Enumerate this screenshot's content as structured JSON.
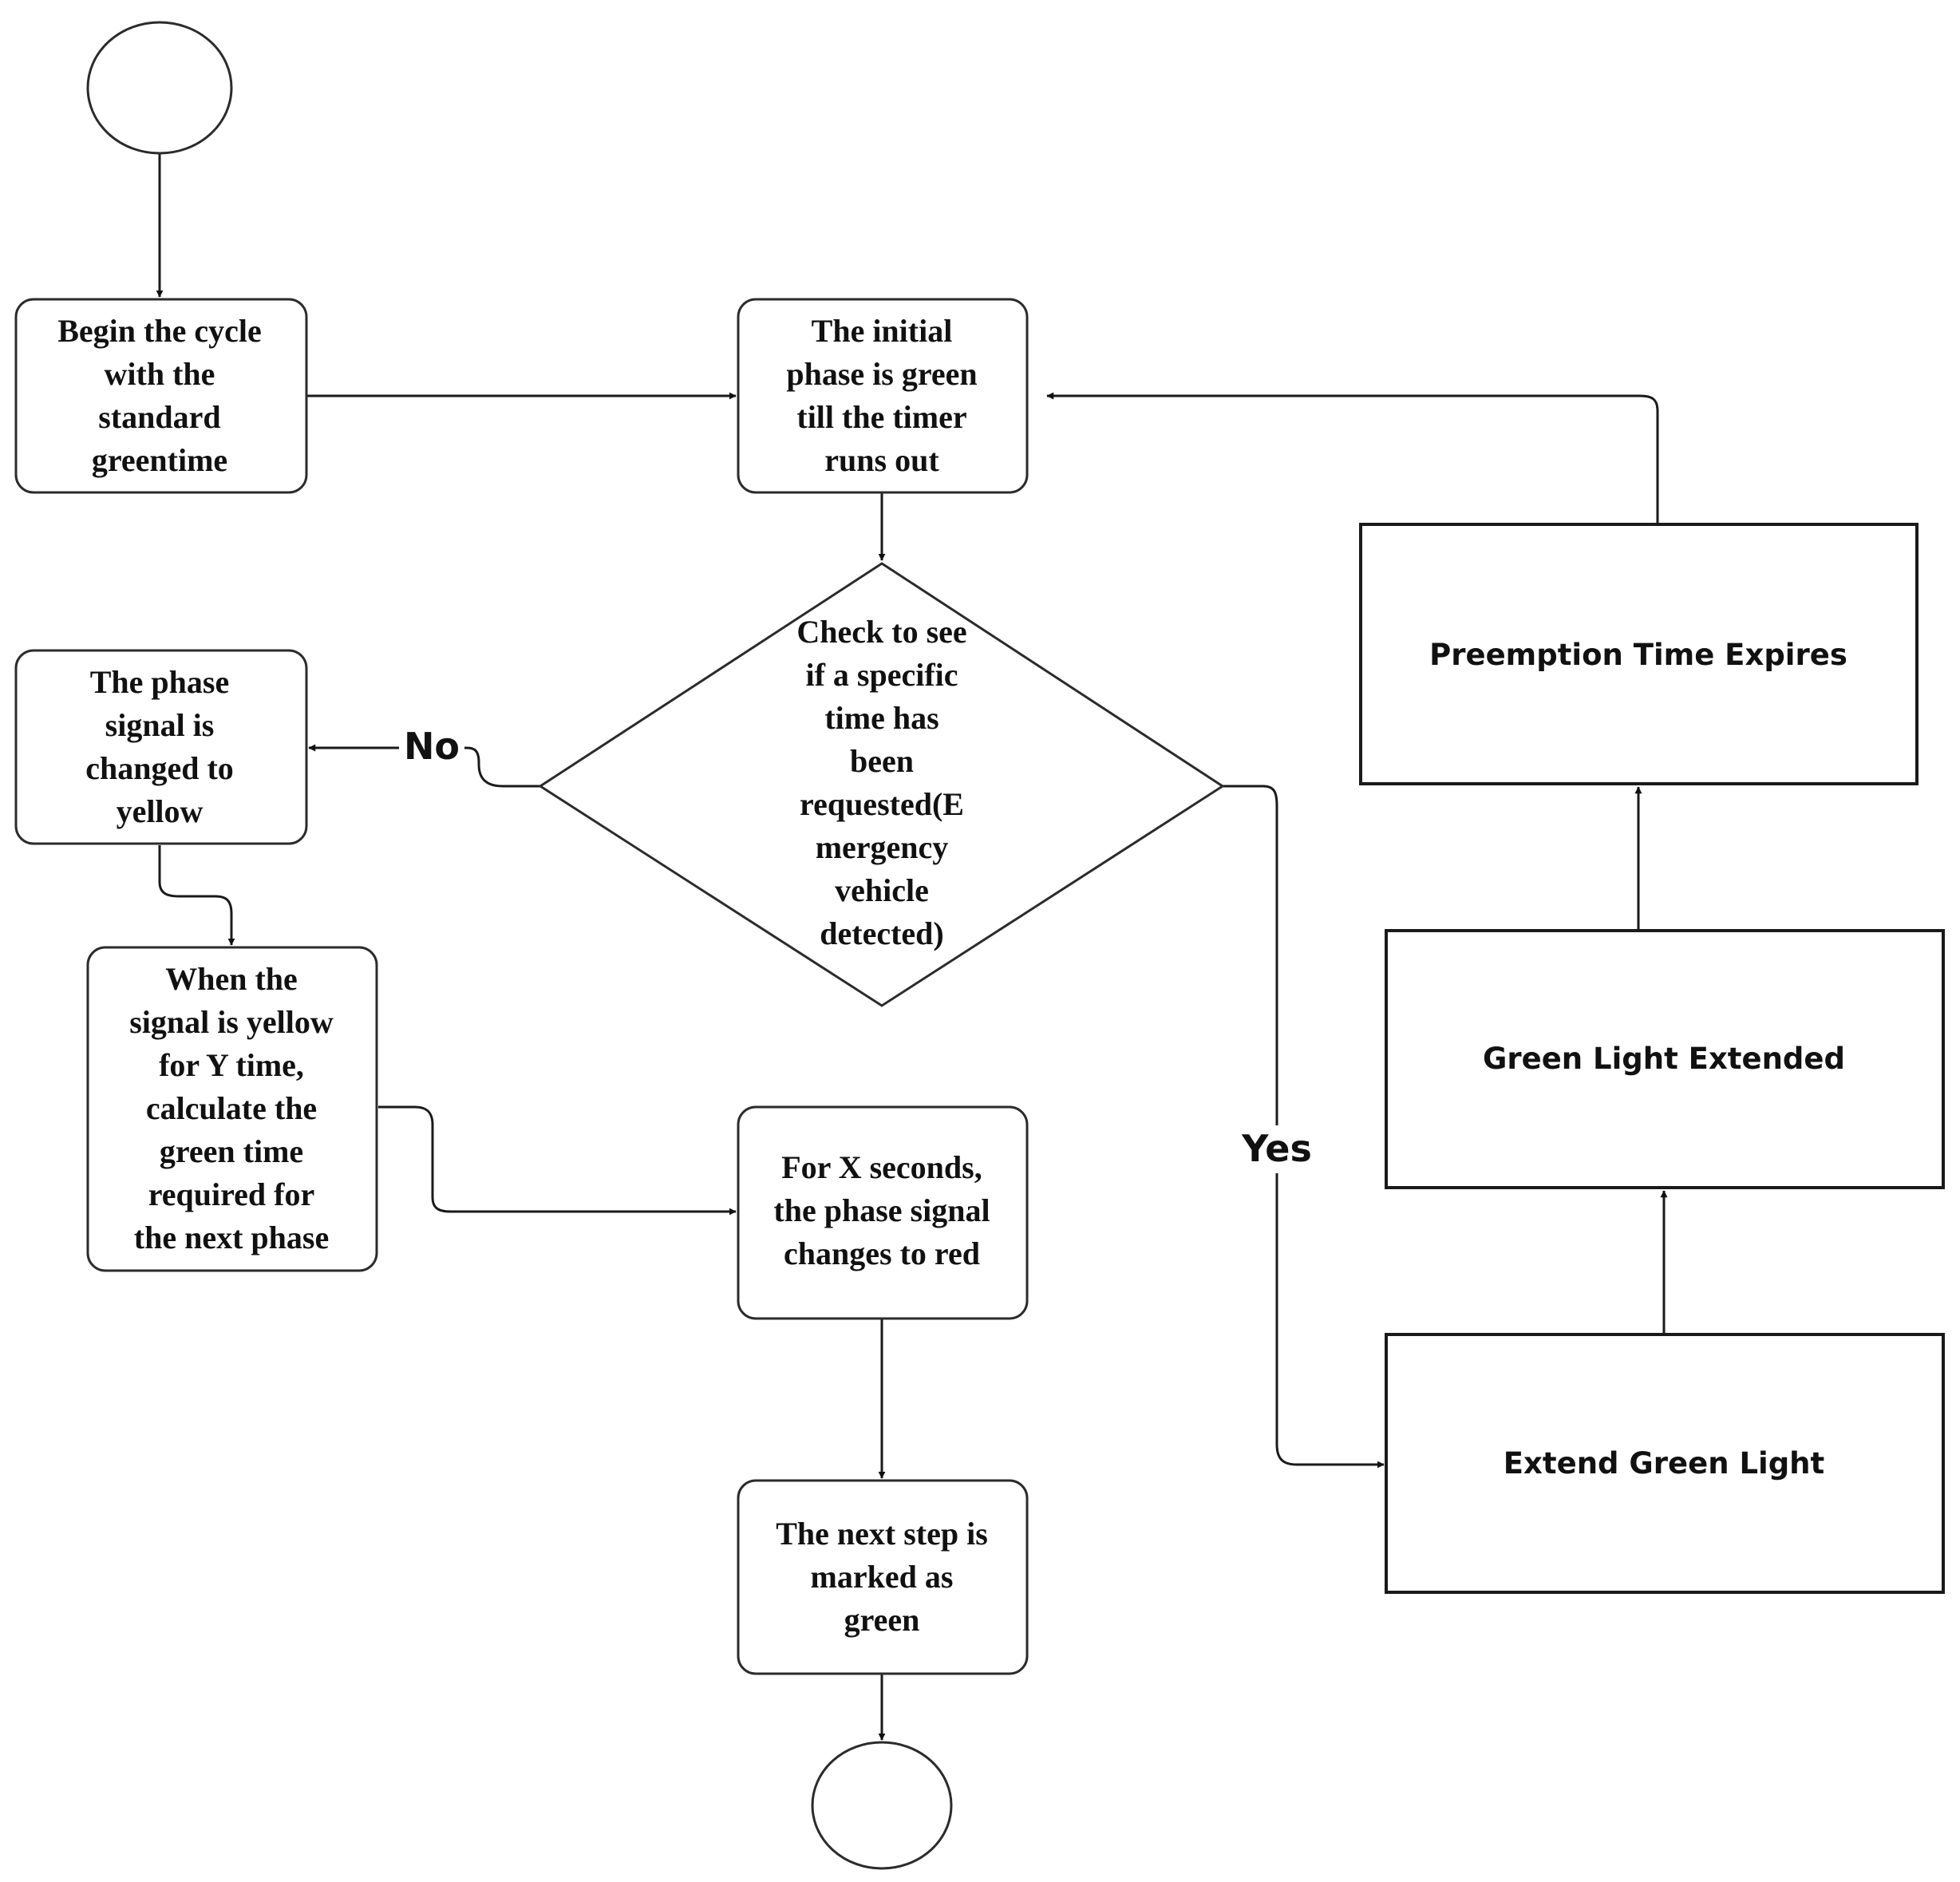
{
  "flowchart": {
    "start_node": "",
    "end_node": "",
    "begin_cycle": [
      "Begin the cycle",
      "with the",
      "standard",
      "greentime"
    ],
    "initial_phase": [
      "The initial",
      "phase is green",
      "till the timer",
      "runs out"
    ],
    "decision": [
      "Check to see",
      "if a specific",
      "time has",
      "been",
      "requested(E",
      "mergency",
      "vehicle",
      "detected)"
    ],
    "yellow_change": [
      "The phase",
      "signal is",
      "changed to",
      "yellow"
    ],
    "yellow_calc": [
      "When the",
      "signal is yellow",
      "for Y time,",
      "calculate the",
      "green time",
      "required for",
      "the next phase"
    ],
    "red_change": [
      "For X seconds,",
      "the phase signal",
      "changes to red"
    ],
    "next_green": [
      "The next step is",
      "marked as",
      "green"
    ],
    "preemption_expires": "Preemption Time Expires",
    "green_extended": "Green Light Extended",
    "extend_green": "Extend Green Light",
    "label_no": "No",
    "label_yes": "Yes"
  }
}
